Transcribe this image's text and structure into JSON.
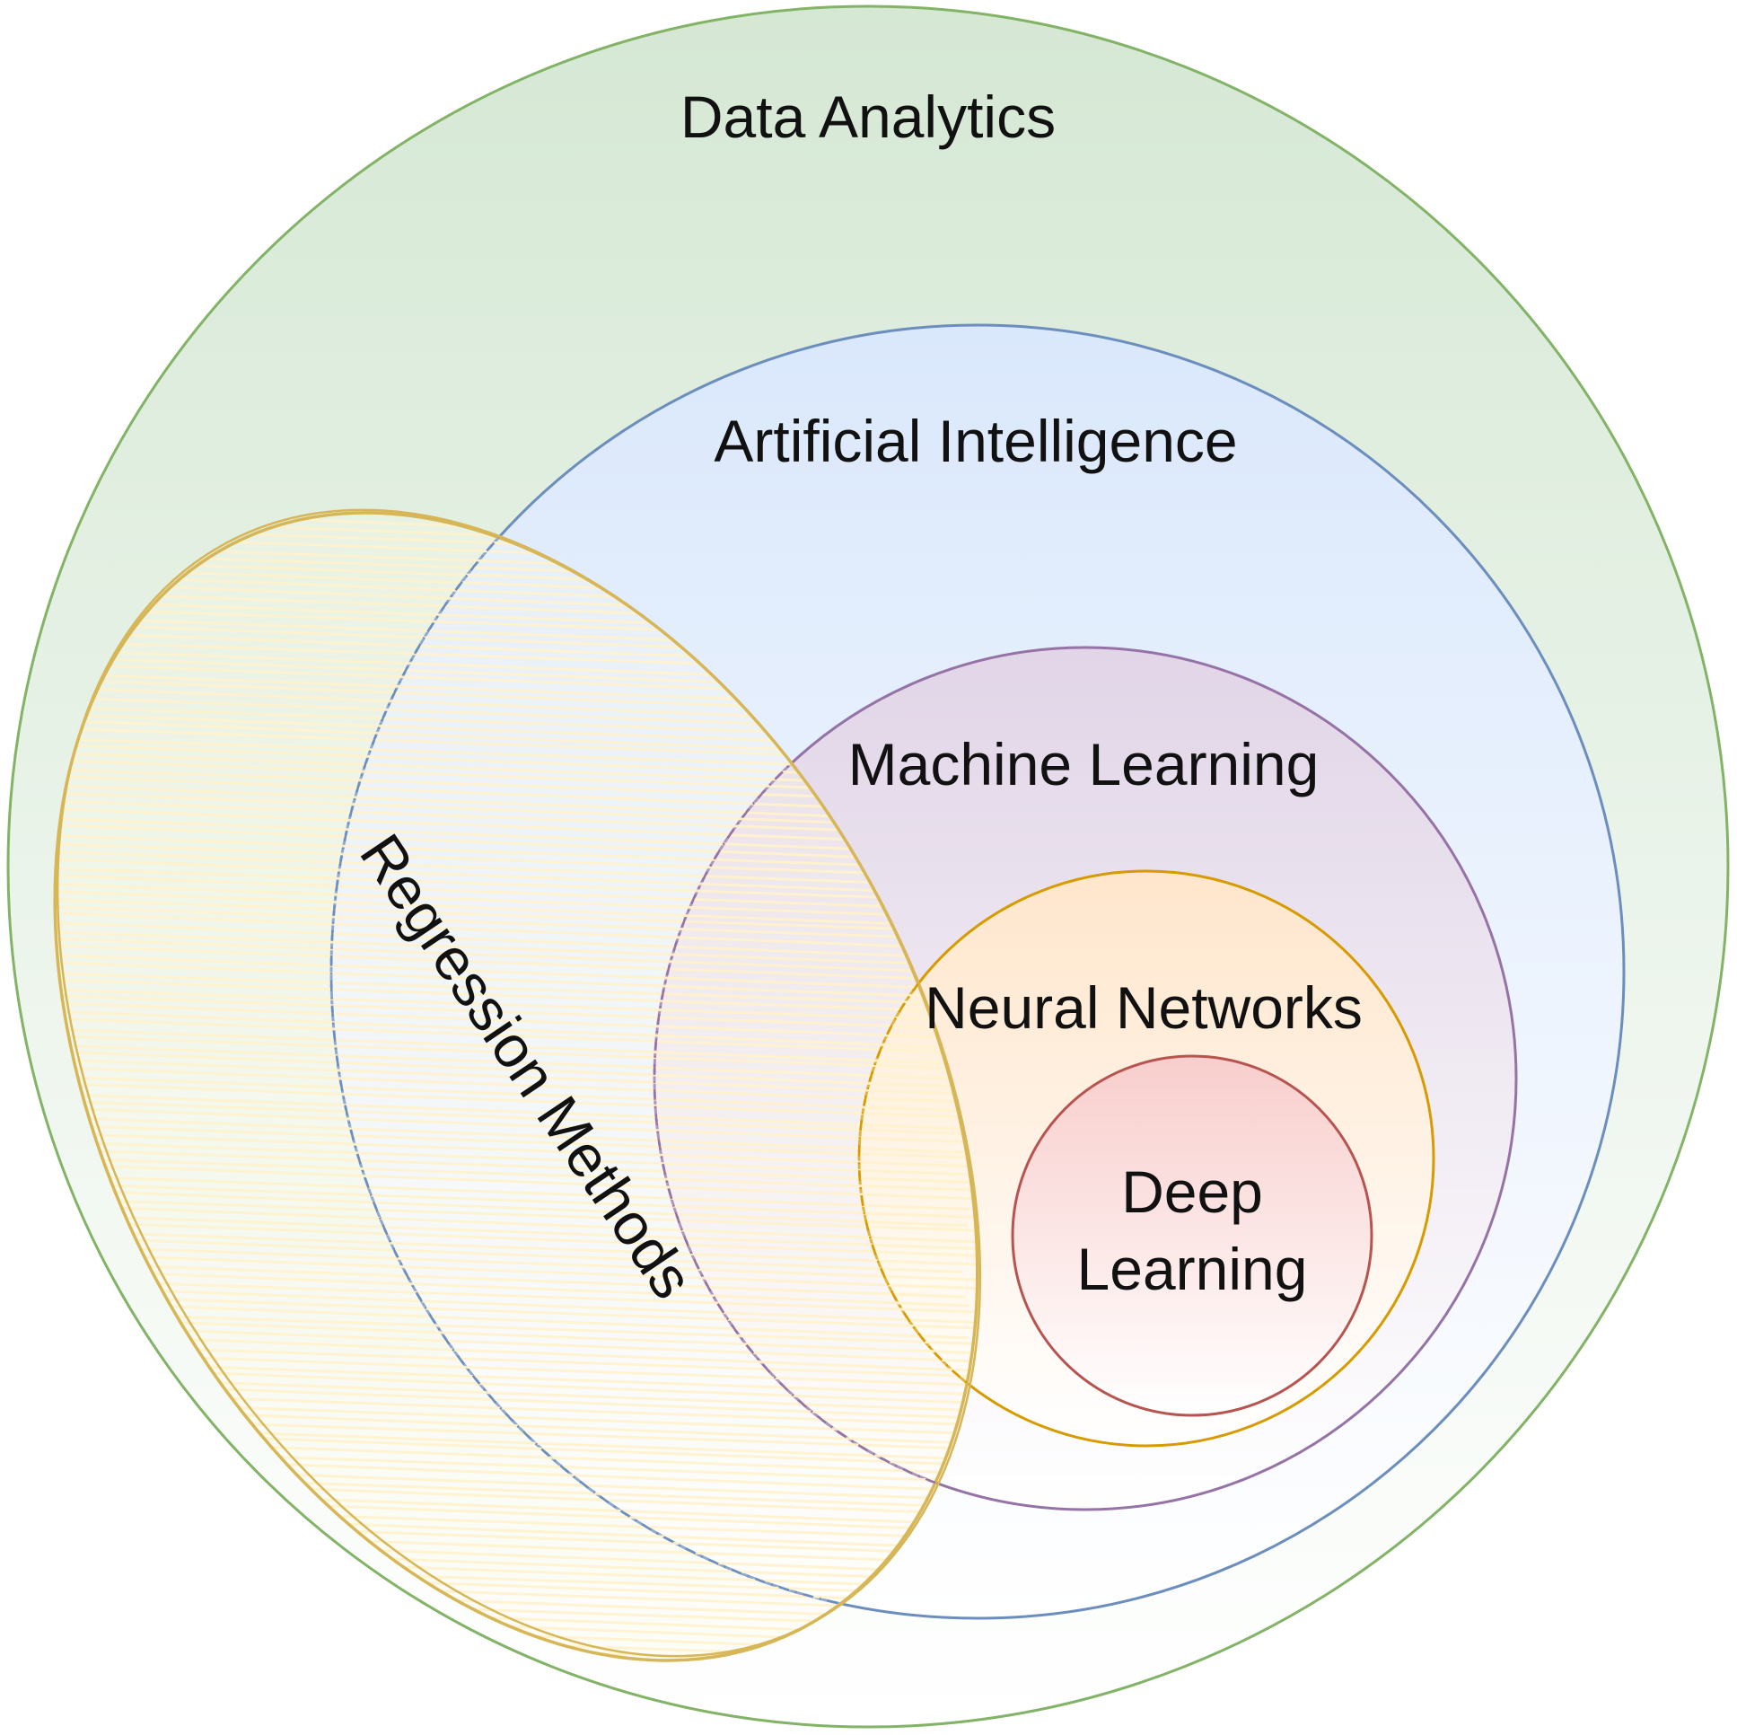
{
  "diagram": {
    "sets": {
      "data_analytics": {
        "label": "Data Analytics",
        "stroke": "#82b366",
        "fill_top": "#d5e8d4",
        "fill_bottom": "#ffffff"
      },
      "artificial_intelligence": {
        "label": "Artificial Intelligence",
        "stroke": "#6c8ebf",
        "fill_top": "#dae8fc",
        "fill_bottom": "#ffffff"
      },
      "machine_learning": {
        "label": "Machine Learning",
        "stroke": "#9673a6",
        "fill_top": "#e1d5e7",
        "fill_bottom": "#ffffff"
      },
      "neural_networks": {
        "label": "Neural Networks",
        "stroke": "#d79b00",
        "fill_top": "#ffe6cc",
        "fill_bottom": "#ffffff"
      },
      "deep_learning": {
        "label_line1": "Deep",
        "label_line2": "Learning",
        "stroke": "#b85450",
        "fill_top": "#f8cecc",
        "fill_bottom": "#ffffff"
      },
      "regression_methods": {
        "label": "Regression Methods",
        "stroke": "#d6b656",
        "hatch": "#fff2cc"
      }
    }
  }
}
